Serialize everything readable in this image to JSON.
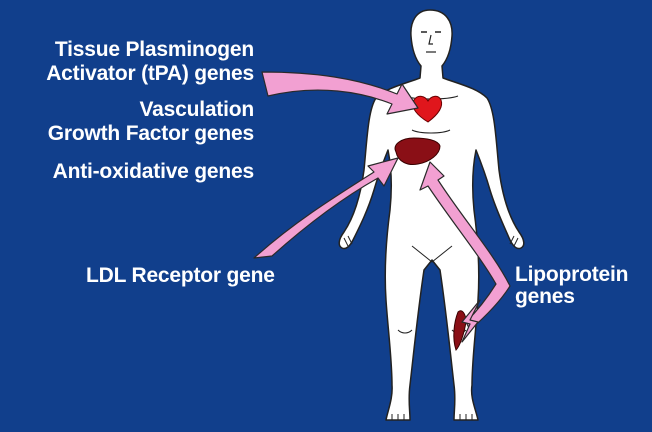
{
  "labels": {
    "tpa": [
      "Tissue Plasminogen",
      "Activator (tPA) genes"
    ],
    "vegf": [
      "Vasculation",
      "Growth Factor genes"
    ],
    "antioxidative": "Anti-oxidative genes",
    "ldl_receptor": "LDL Receptor gene",
    "lipoprotein": [
      "Lipoprotein",
      "genes"
    ]
  },
  "colors": {
    "background": "#113f8c",
    "body_fill": "#ffffff",
    "body_outline": "#222222",
    "arrow_fill": "#f2a0d2",
    "arrow_outline": "#2a2a2a",
    "heart": "#e0161c",
    "liver": "#8a0f16",
    "leg_muscle": "#8a0f16",
    "text": "#ffffff"
  },
  "organs": [
    "heart",
    "liver",
    "leg-muscle"
  ]
}
